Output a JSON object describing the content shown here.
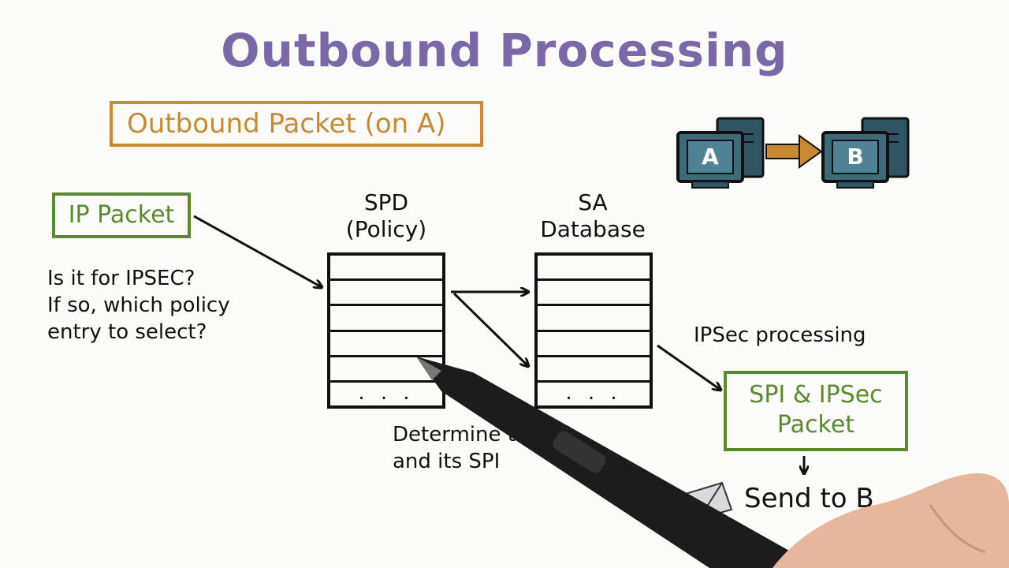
{
  "title": "Outbound Processing",
  "outbound_box": "Outbound Packet (on A)",
  "ip_packet_box": "IP Packet",
  "question": [
    "Is it for IPSEC?",
    "If so, which policy",
    "entry to select?"
  ],
  "spd_label": [
    "SPD",
    "(Policy)"
  ],
  "sa_label": [
    "SA",
    "Database"
  ],
  "table_ellipsis": ". . .",
  "ipsec_processing_label": "IPSec processing",
  "spi_box": [
    "SPI & IPSec",
    "Packet"
  ],
  "determine": [
    "Determine the SA",
    "and its SPI"
  ],
  "send_label": "Send to B",
  "computers": {
    "a": "A",
    "b": "B"
  },
  "colors": {
    "title": "#7a68a8",
    "orange": "#c98a2f",
    "green": "#5b8a2a",
    "computer": "#3f6b78"
  }
}
